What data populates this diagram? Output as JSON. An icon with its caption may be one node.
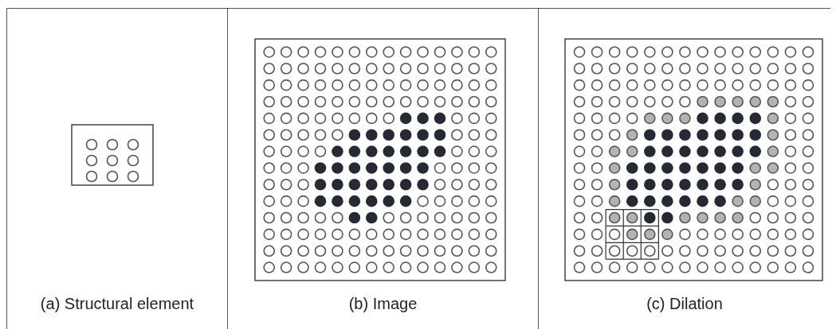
{
  "diagram": {
    "nodes": [
      {
        "text": [
          "(a) Structural element"
        ]
      },
      {
        "text": [
          "(b) Image"
        ]
      },
      {
        "text": [
          "(c) Dilation"
        ]
      }
    ]
  }
}
